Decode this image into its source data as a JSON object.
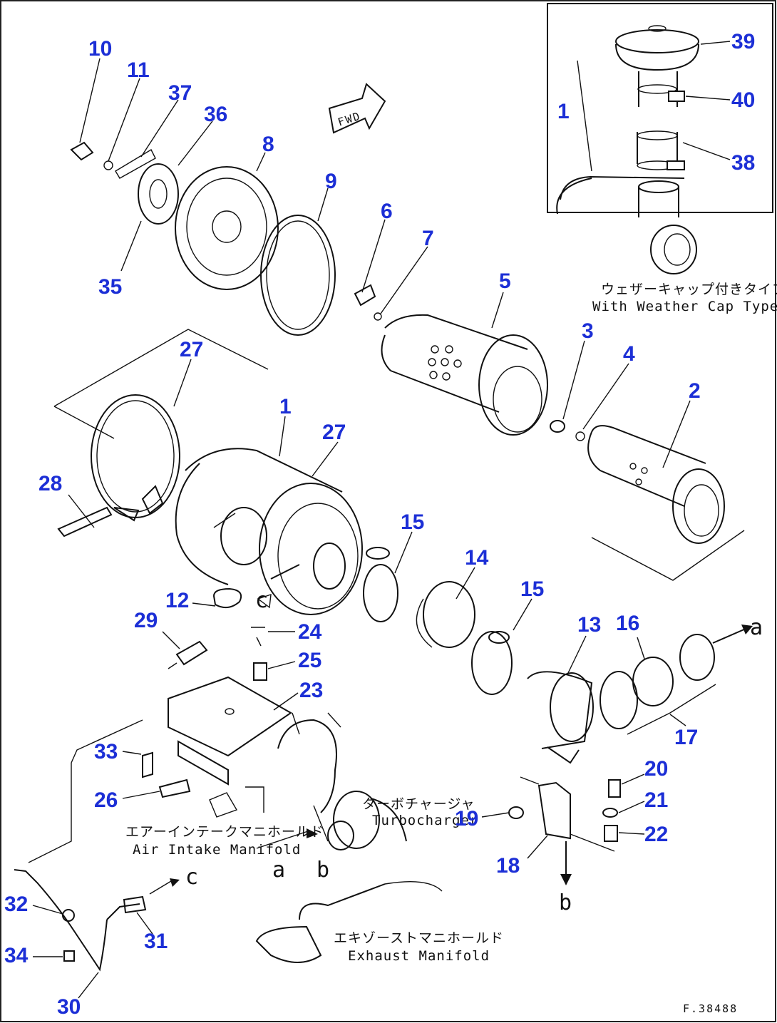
{
  "inset": {
    "caption_jp": "ウェザーキャップ付きタイプ",
    "caption_en": "With Weather Cap Type"
  },
  "labels": {
    "turbocharger_jp": "ターボチャージャ",
    "turbocharger_en": "Turbocharger",
    "intake_jp": "エアーインテークマニホールド",
    "intake_en": "Air Intake Manifold",
    "exhaust_jp": "エキゾーストマニホールド",
    "exhaust_en": "Exhaust Manifold",
    "fwd": "FWD",
    "figure_id": "F.38488"
  },
  "letters": {
    "a": "a",
    "b": "b",
    "c": "c"
  },
  "parts": {
    "p1": "1",
    "p2": "2",
    "p3": "3",
    "p4": "4",
    "p5": "5",
    "p6": "6",
    "p7": "7",
    "p8": "8",
    "p9": "9",
    "p10": "10",
    "p11": "11",
    "p12": "12",
    "p13": "13",
    "p14": "14",
    "p15": "15",
    "p16": "16",
    "p17": "17",
    "p18": "18",
    "p19": "19",
    "p20": "20",
    "p21": "21",
    "p22": "22",
    "p23": "23",
    "p24": "24",
    "p25": "25",
    "p26": "26",
    "p27": "27",
    "p28": "28",
    "p29": "29",
    "p30": "30",
    "p31": "31",
    "p32": "32",
    "p33": "33",
    "p34": "34",
    "p35": "35",
    "p36": "36",
    "p37": "37",
    "p38": "38",
    "p39": "39",
    "p40": "40"
  }
}
